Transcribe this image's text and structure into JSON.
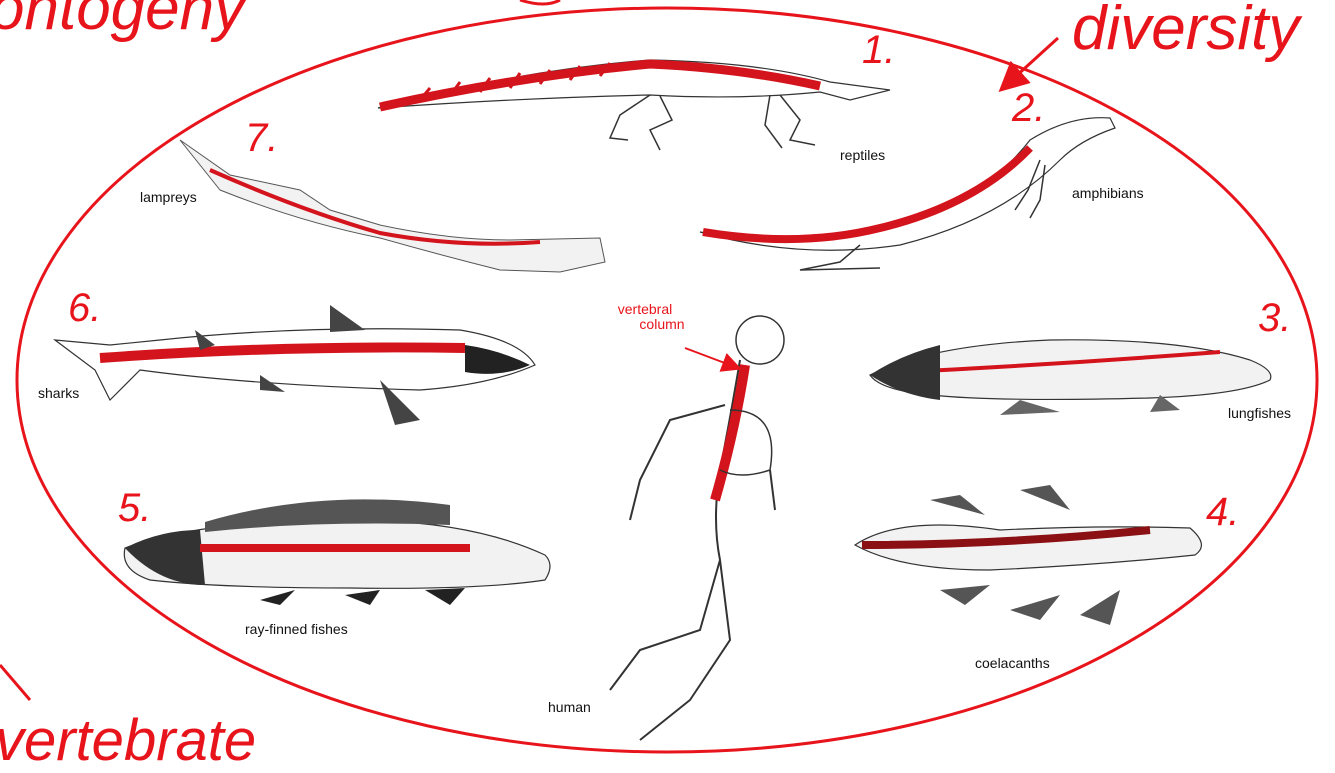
{
  "headings": {
    "top_left": "ontogeny",
    "top_right": "diversity",
    "bottom_left": "vertebrate"
  },
  "callout": {
    "line1": "vertebral",
    "line2": "column"
  },
  "groups": [
    {
      "number": "1.",
      "label": "reptiles"
    },
    {
      "number": "2.",
      "label": "amphibians"
    },
    {
      "number": "3.",
      "label": "lungfishes"
    },
    {
      "number": "4.",
      "label": "coelacanths"
    },
    {
      "number": "5.",
      "label": "ray-finned fishes"
    },
    {
      "number": "6.",
      "label": "sharks"
    },
    {
      "number": "7.",
      "label": "lampreys"
    }
  ],
  "center": {
    "label": "human"
  },
  "colors": {
    "accent": "#e8141b",
    "ink": "#111111",
    "spine": "#d4141c"
  }
}
